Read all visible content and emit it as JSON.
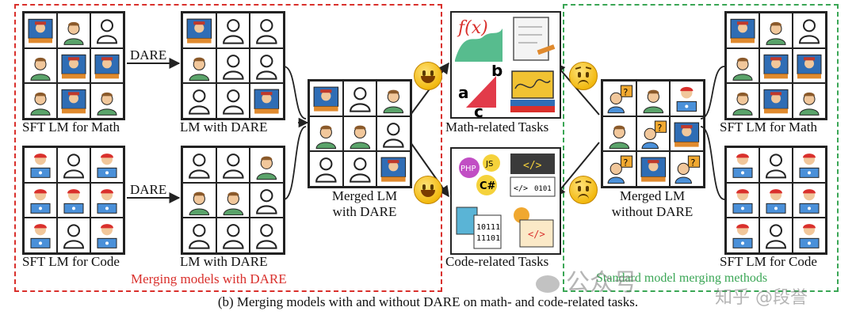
{
  "caption": "(b) Merging models with and without DARE on math- and code-related tasks.",
  "red_box_title": "Merging models with DARE",
  "green_box_title": "Standard model merging methods",
  "dare_label": "DARE",
  "labels": {
    "sft_math": "SFT LM for Math",
    "sft_code": "SFT LM for Code",
    "lm_dare_top": "LM with DARE",
    "lm_dare_bottom": "LM with DARE",
    "merged_dare_1": "Merged LM",
    "merged_dare_2": "with DARE",
    "math_tasks": "Math-related Tasks",
    "code_tasks": "Code-related Tasks",
    "merged_nodare_1": "Merged LM",
    "merged_nodare_2": "without DARE",
    "sft_math_right": "SFT LM for Math",
    "sft_code_right": "SFT LM for Code"
  },
  "math_task_text": {
    "fx": "f(x)",
    "a": "a",
    "b": "b",
    "c": "c"
  },
  "code_task_text": {
    "php": "PHP",
    "js": "JS",
    "csharp": "C#",
    "tag": "</>",
    "bin1": "10111",
    "bin2": "11101",
    "bin3": "0101"
  },
  "watermark": {
    "line1": "公众号",
    "line2": "知乎 @段誉"
  },
  "colors": {
    "red_dash": "#d9302c",
    "green_dash": "#3aa655",
    "red_title": "#d9302c",
    "green_title": "#3aa655"
  }
}
